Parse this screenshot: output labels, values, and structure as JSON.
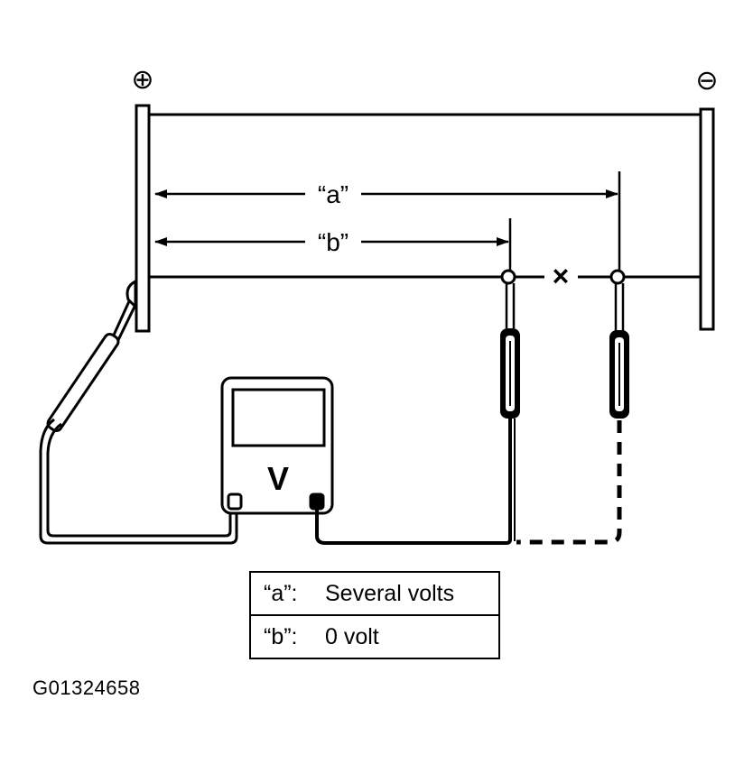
{
  "terminals": {
    "positive_symbol": "⊕",
    "negative_symbol": "⊖"
  },
  "measurements": {
    "a_label": "“a”",
    "b_label": "“b”",
    "break_mark": "×"
  },
  "meter": {
    "label": "V"
  },
  "legend": {
    "rows": [
      {
        "key": "“a”:",
        "value": "Several volts"
      },
      {
        "key": "“b”:",
        "value": "0 volt"
      }
    ]
  },
  "figure_id": "G01324658",
  "colors": {
    "line": "#000000",
    "background": "#ffffff"
  }
}
